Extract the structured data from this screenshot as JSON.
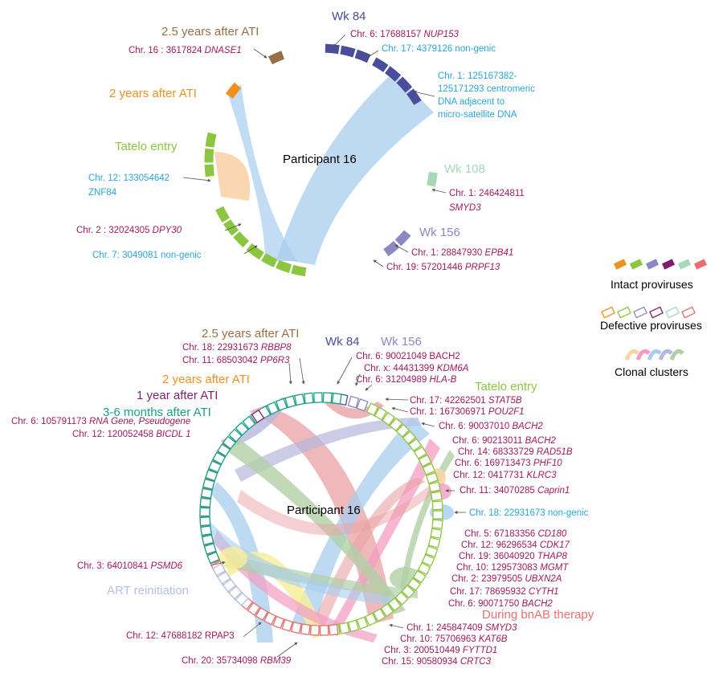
{
  "colors": {
    "brown": "#9a6f45",
    "orange": "#f0901e",
    "green": "#8cc640",
    "navy": "#4a4d9b",
    "mint": "#a7d8b8",
    "lavender": "#8b88c2",
    "magenta": "#a01a5f",
    "cyan": "#2aa6d9",
    "teal": "#17a288",
    "salmon": "#e8706e",
    "lightblue": "#b6c0e6",
    "purple": "#7f1d6f",
    "ribbon_blue": "#a8cdee",
    "ribbon_peach": "#fad3a7",
    "ribbon_pink": "#f39cc2",
    "ribbon_red": "#e9a2a6",
    "ribbon_green": "#b1cfa5",
    "ribbon_yellow": "#f6ef9b",
    "ribbon_purple": "#b7b7dd",
    "gene_color": "#a01a5f",
    "nongenic_color": "#2aa6d9"
  },
  "top_panel": {
    "center_label": "Participant 16",
    "groups": {
      "g2_5y": "2.5 years after ATI",
      "g2y": "2 years after ATI",
      "tatelo": "Tatelo entry",
      "wk84": "Wk 84",
      "wk108": "Wk 108",
      "wk156": "Wk 156"
    },
    "labels": {
      "dnase1_a": "Chr. 16 : 3617824 ",
      "dnase1_b": "DNASE1",
      "nup153_a": "Chr. 6: 17688157 ",
      "nup153_b": "NUP153",
      "chr17_ng": "Chr. 17: 4379126 non-genic",
      "chr1_c1": "Chr. 1: 125167382-",
      "chr1_c2": "125171293 centromeric",
      "chr1_c3": "DNA adjacent to",
      "chr1_c4": "micro-satellite DNA",
      "znf84_1": "Chr. 12: 133054642",
      "znf84_2": "ZNF84",
      "dpy30_a": "Chr. 2 : 32024305 ",
      "dpy30_b": "DPY30",
      "chr7_ng": "Chr. 7: 3049081 non-genic",
      "smyd3_1": "Chr. 1: 246424811",
      "smyd3_2": "SMYD3",
      "epb41_a": "Chr. 1: 28847930 ",
      "epb41_b": "EPB41",
      "prpf13_a": "Chr. 19: 57201446 ",
      "prpf13_b": "PRPF13"
    }
  },
  "bottom_panel": {
    "center_label": "Participant 16",
    "groups": {
      "g2_5y": "2.5 years after ATI",
      "wk84": "Wk 84",
      "wk156": "Wk 156",
      "g2y": "2 years after ATI",
      "g1y": "1 year after ATI",
      "g3_6m": "3-6 months after ATI",
      "tatelo": "Tatelo entry",
      "art": "ART reinitiation",
      "bnab": "During bnAB therapy"
    },
    "labels": {
      "rbbp8_a": "Chr. 18: 22931673 ",
      "rbbp8_b": "RBBP8",
      "pp6r3_a": "Chr. 11: 68503042 ",
      "pp6r3_b": "PP6R3",
      "bach2_a": "Chr. 6: 90021049 BACH2",
      "kdm6a_a": "Chr. x: 44431399 ",
      "kdm6a_b": "KDM6A",
      "hlab_a": "Chr. 6: 31204989 ",
      "hlab_b": "HLA-B",
      "rna_a": "Chr. 6: 105791173 ",
      "rna_b": "RNA Gene, Pseudogene",
      "bicdl1_a": "Chr. 12: 120052458 ",
      "bicdl1_b": "BICDL 1",
      "stat5b_a": "Chr. 17: 42262501 ",
      "stat5b_b": "STAT5B",
      "pou2f1_a": "Chr. 1: 167306971 ",
      "pou2f1_b": "POU2F1",
      "bach2b_a": "Chr. 6: 90037010 ",
      "bach2b_b": "BACH2",
      "bach2c_a": "Chr. 6: 90213011 ",
      "bach2c_b": "BACH2",
      "rad51b_a": "Chr. 14: 68333729 ",
      "rad51b_b": "RAD51B",
      "phf10_a": "Chr. 6: 169713473 ",
      "phf10_b": "PHF10",
      "klrc3_a": "Chr. 12: 0417731 ",
      "klrc3_b": "KLRC3",
      "caprin1_a": "Chr. 11: 34070285 ",
      "caprin1_b": "Caprin1",
      "chr18_ng": "Chr. 18: 22931673 non-genic",
      "cd180_a": "Chr. 5: 67183356 ",
      "cd180_b": "CD180",
      "cdk17_a": "Chr. 12: 96296534 ",
      "cdk17_b": "CDK17",
      "thap8_a": "Chr. 19: 36040920 ",
      "thap8_b": "THAP8",
      "mgmt_a": "Chr. 10: 129573083 ",
      "mgmt_b": "MGMT",
      "ubxn2a_a": "Chr. 2: 23979505 ",
      "ubxn2a_b": "UBXN2A",
      "cyth1_a": "Chr. 17: 78695932 ",
      "cyth1_b": "CYTH1",
      "bach2d_a": "Chr. 6: 90071750 ",
      "bach2d_b": "BACH2",
      "psmd6_a": "Chr. 3: 64010841 ",
      "psmd6_b": "PSMD6",
      "rpap3_a": "Chr. 12: 47688182  RPAP3",
      "rbm39_a": "Chr. 20: 35734098 ",
      "rbm39_b": "RBM39",
      "smyd3_a": "Chr. 1: 245847409 ",
      "smyd3_b": "SMYD3",
      "kat6b_a": "Chr. 10: 75706963 ",
      "kat6b_b": "KAT6B",
      "fyttd1_a": "Chr. 3: 200510449 ",
      "fyttd1_b": "FYTTD1",
      "crtc3_a": "Chr. 15: 90580934 ",
      "crtc3_b": "CRTC3"
    }
  },
  "legend": {
    "intact": "Intact proviruses",
    "defective": "Defective proviruses",
    "clonal": "Clonal clusters"
  }
}
